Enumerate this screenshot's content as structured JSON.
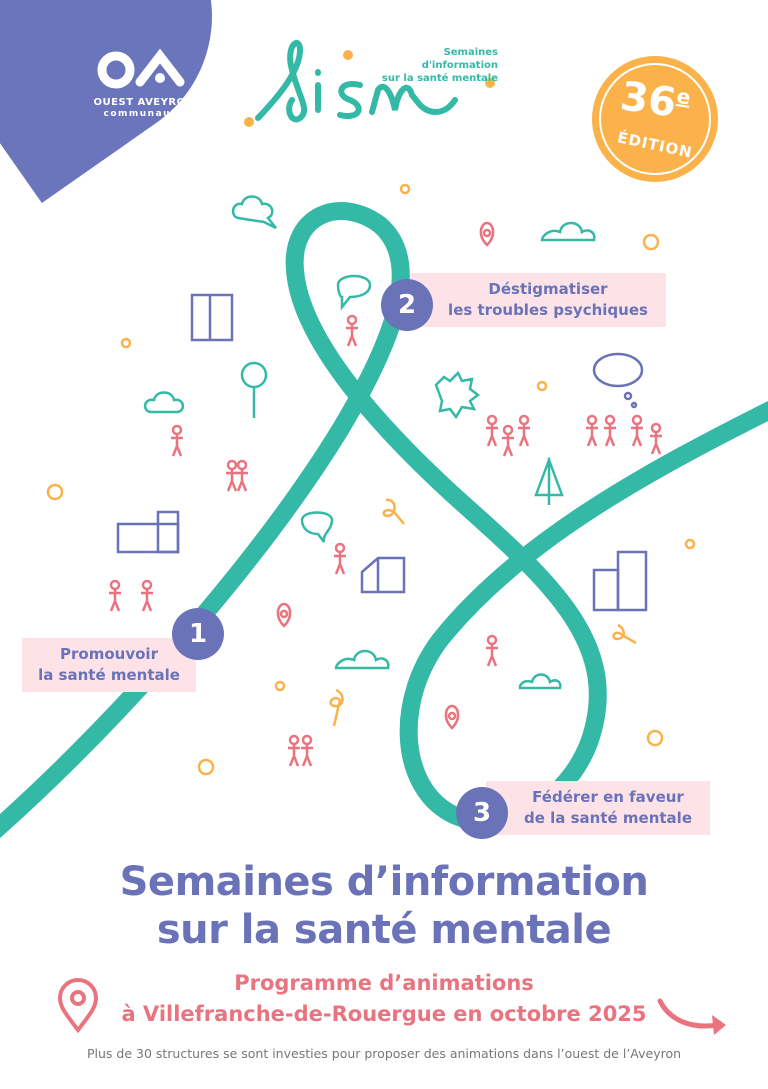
{
  "partner_logo": {
    "name": "OUEST AVEYRON",
    "subtitle": "communauté"
  },
  "sism_logo": {
    "wordmark": "sism",
    "tagline_line1": "Semaines d'information",
    "tagline_line2": "sur la santé mentale"
  },
  "edition_badge": {
    "number": "36",
    "suffix": "e",
    "label": "ÉDITION"
  },
  "steps": [
    {
      "number": "1",
      "line1": "Promouvoir",
      "line2": "la santé mentale"
    },
    {
      "number": "2",
      "line1": "Déstigmatiser",
      "line2": "les troubles psychiques"
    },
    {
      "number": "3",
      "line1": "Fédérer en faveur",
      "line2": "de la santé mentale"
    }
  ],
  "title": {
    "line1": "Semaines d’information",
    "line2": "sur la santé mentale"
  },
  "program": {
    "line1": "Programme d’animations",
    "line2": "à Villefranche-de-Rouergue en octobre 2025"
  },
  "footer": "Plus de 30 structures se sont investies pour proposer des animations dans l’ouest de l’Aveyron",
  "colors": {
    "purple": "#6a72b8",
    "teal": "#35b9a7",
    "pink": "#ea7380",
    "orange": "#fbb24a",
    "label_bg": "#fde3e8"
  }
}
